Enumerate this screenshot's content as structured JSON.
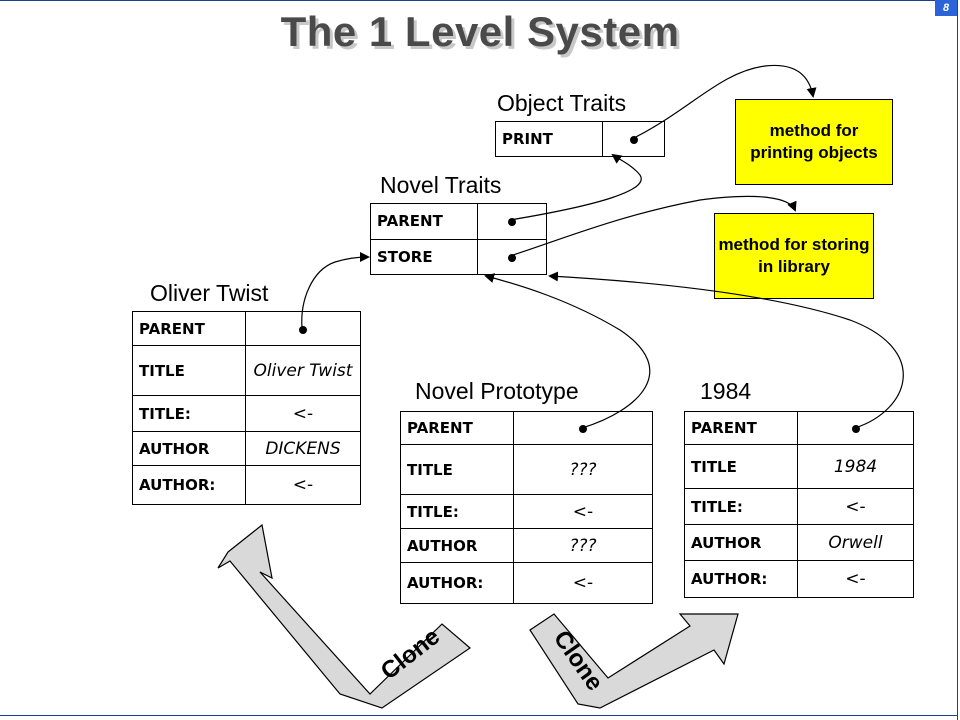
{
  "slide": {
    "title": "The 1 Level System",
    "page_number": "8"
  },
  "object_traits": {
    "title": "Object Traits",
    "rows": [
      {
        "slot": "PRINT"
      }
    ]
  },
  "novel_traits": {
    "title": "Novel Traits",
    "rows": [
      {
        "slot": "PARENT"
      },
      {
        "slot": "STORE"
      }
    ]
  },
  "notes": {
    "printing": "method for printing objects",
    "storing": "method for storing in library"
  },
  "oliver_twist": {
    "title": "Oliver Twist",
    "rows": [
      {
        "slot": "PARENT",
        "value": ""
      },
      {
        "slot": "TITLE",
        "value": "Oliver Twist"
      },
      {
        "slot": "TITLE:",
        "value": "<-"
      },
      {
        "slot": "AUTHOR",
        "value": "DICKENS"
      },
      {
        "slot": "AUTHOR:",
        "value": "<-"
      }
    ]
  },
  "novel_prototype": {
    "title": "Novel Prototype",
    "rows": [
      {
        "slot": "PARENT",
        "value": ""
      },
      {
        "slot": "TITLE",
        "value": "???"
      },
      {
        "slot": "TITLE:",
        "value": "<-"
      },
      {
        "slot": "AUTHOR",
        "value": "???"
      },
      {
        "slot": "AUTHOR:",
        "value": "<-"
      }
    ]
  },
  "book_1984": {
    "title": "1984",
    "rows": [
      {
        "slot": "PARENT",
        "value": ""
      },
      {
        "slot": "TITLE",
        "value": "1984"
      },
      {
        "slot": "TITLE:",
        "value": "<-"
      },
      {
        "slot": "AUTHOR",
        "value": "Orwell"
      },
      {
        "slot": "AUTHOR:",
        "value": "<-"
      }
    ]
  },
  "clone_arrows": [
    {
      "label": "Clone"
    },
    {
      "label": "Clone"
    }
  ],
  "colors": {
    "note_fill": "#ffff00",
    "frame": "#1d3f8c",
    "arrow_fill": "#d9d9d9"
  }
}
